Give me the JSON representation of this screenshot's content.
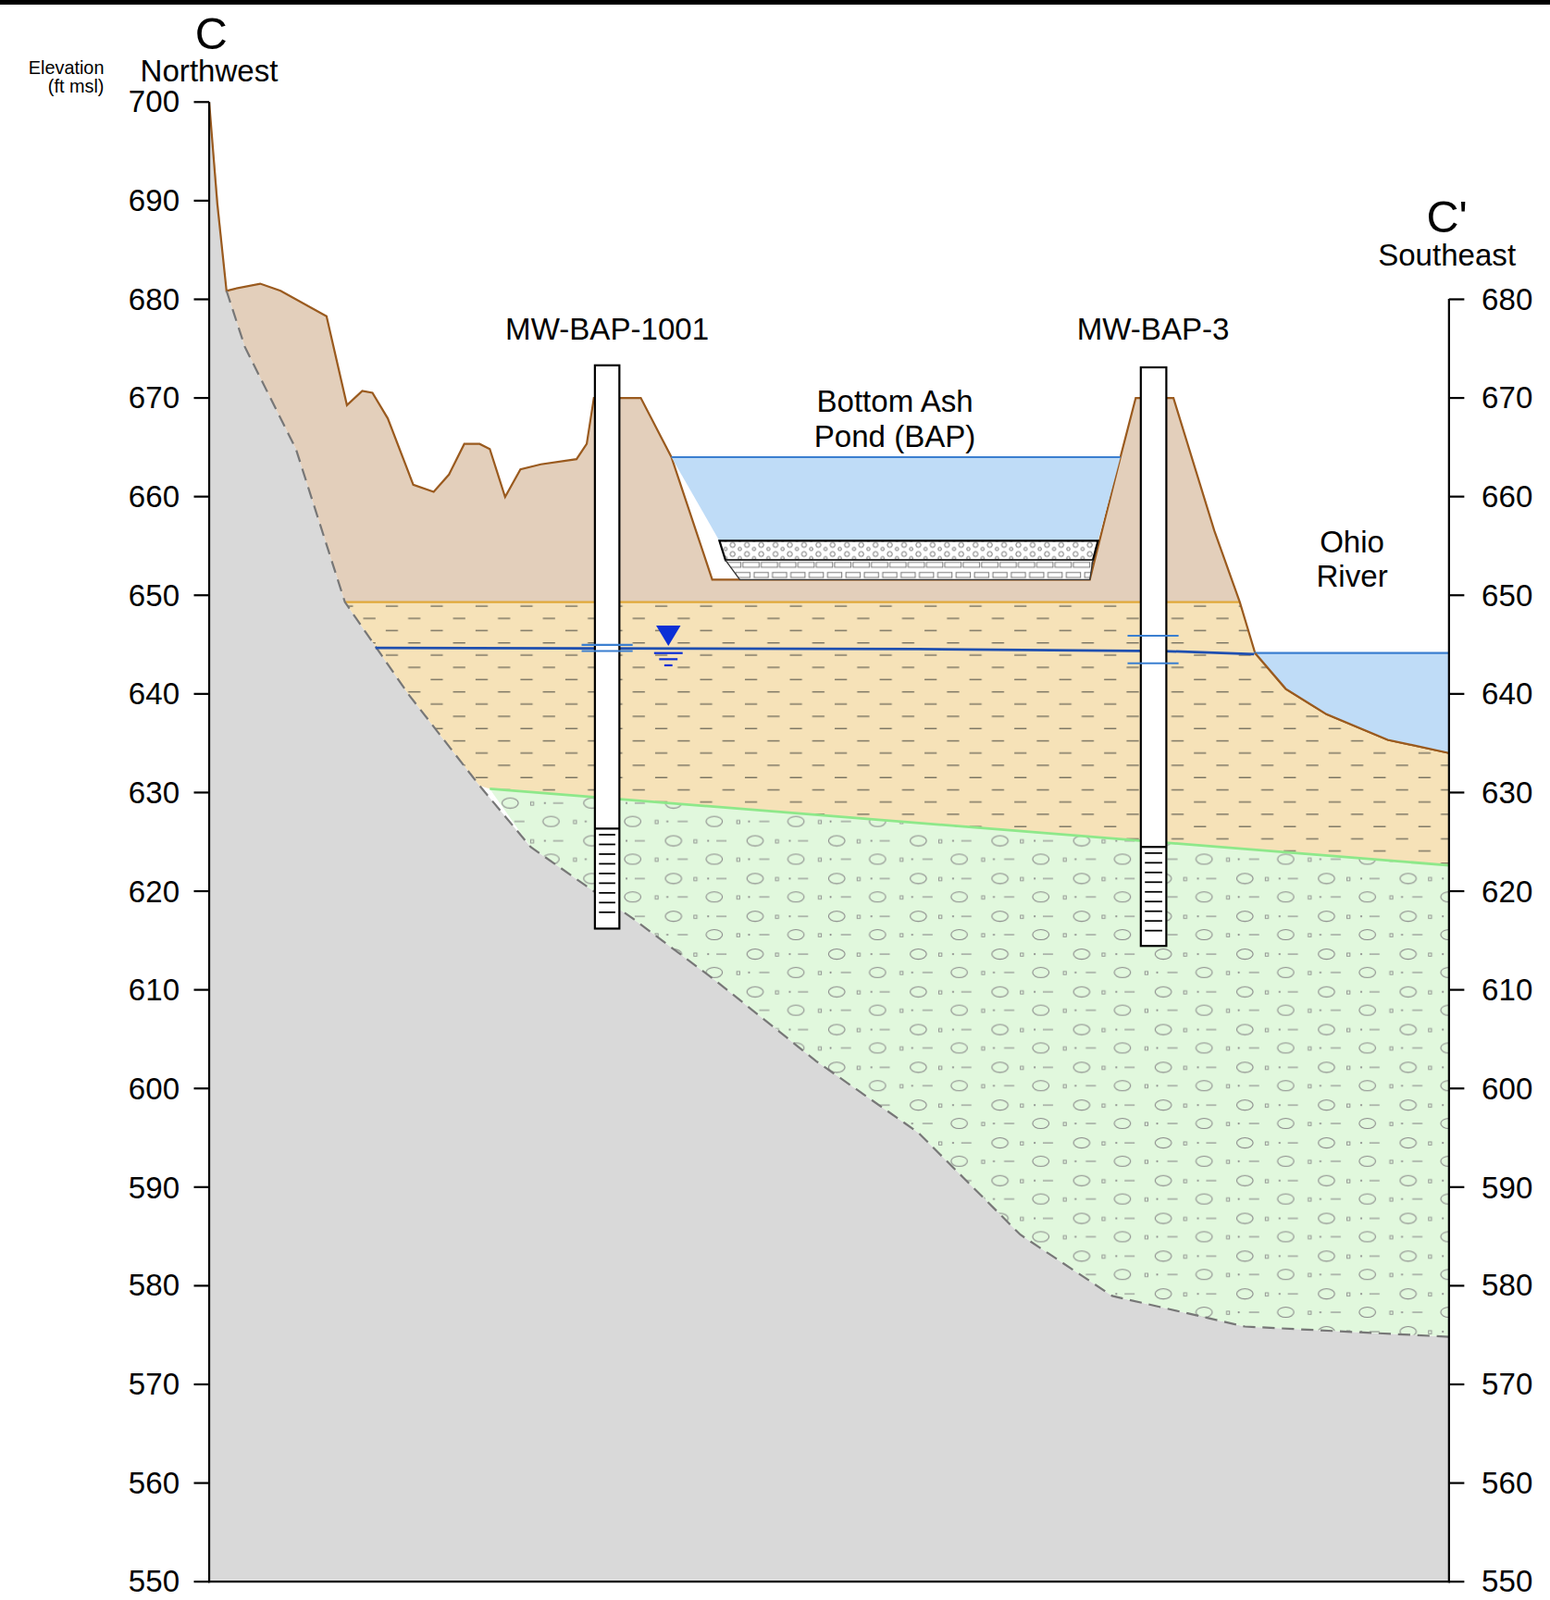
{
  "diagram": {
    "labels": [
      "C",
      "Northwest",
      "Elevation (ft msl)",
      "700",
      "690",
      "680",
      "670",
      "660",
      "650",
      "640",
      "630",
      "620",
      "610",
      "600",
      "590",
      "580",
      "570",
      "560",
      "550",
      "C'",
      "Southeast",
      "680",
      "670",
      "660",
      "650",
      "640",
      "630",
      "620",
      "610",
      "600",
      "590",
      "580",
      "570",
      "560",
      "550",
      "MW-BAP-1001",
      "MW-BAP-3",
      "Bottom Ash Pond (BAP)",
      "Ohio River"
    ]
  }
}
